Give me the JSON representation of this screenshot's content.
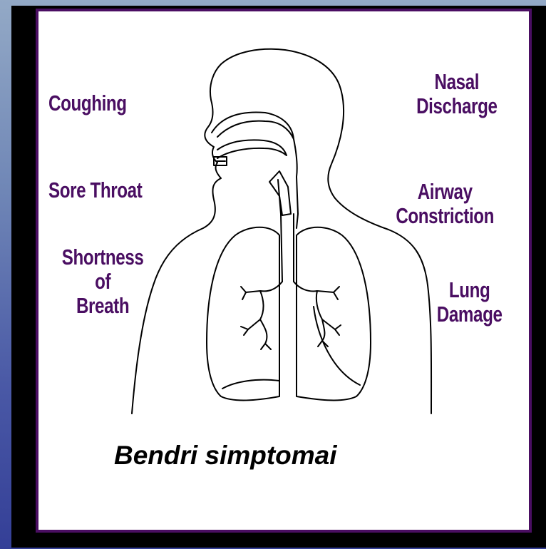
{
  "labels": {
    "coughing": "Coughing",
    "sore_throat": "Sore Throat",
    "shortness": [
      "Shortness",
      "of",
      "Breath"
    ],
    "nasal": [
      "Nasal",
      "Discharge"
    ],
    "airway": [
      "Airway",
      "Constriction"
    ],
    "lung": [
      "Lung",
      "Damage"
    ]
  },
  "caption": "Bendri simptomai",
  "colors": {
    "frame": "#000000",
    "panel_border": "#4a0e62",
    "label_text": "#4a0e62",
    "background_gradient_top": "#93a9c6",
    "background_gradient_bottom": "#343f97"
  }
}
